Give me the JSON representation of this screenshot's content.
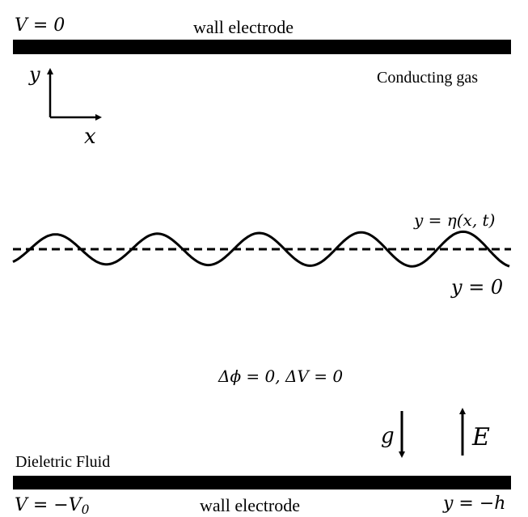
{
  "top_wall": {
    "potential": "V = 0",
    "label": "wall electrode"
  },
  "bottom_wall": {
    "potential_prefix": "V = −V",
    "potential_sub": "0",
    "label": "wall electrode",
    "position": "y = −h"
  },
  "upper_region_label": "Conducting gas",
  "lower_region_label": "Dieletric Fluid",
  "axes": {
    "y_label": "y",
    "x_label": "x"
  },
  "interface": {
    "equation": "y = η(x, t)",
    "baseline": "y = 0"
  },
  "jump_conditions": "Δϕ = 0, ΔV = 0",
  "gravity_label": "g",
  "field_label": "E",
  "colors": {
    "ink": "#000000",
    "background": "#ffffff"
  }
}
